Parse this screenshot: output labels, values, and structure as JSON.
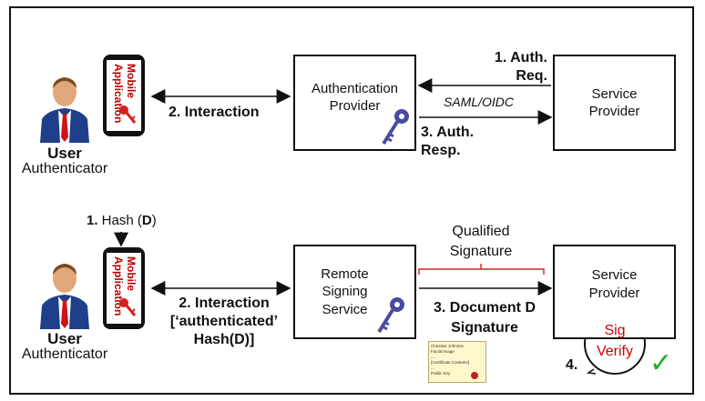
{
  "top": {
    "user_label": "User",
    "authenticator_label": "Authenticator",
    "phone_text_1": "Mobile",
    "phone_text_2": "Application",
    "interaction_label": "2. Interaction",
    "auth_provider_line1": "Authentication",
    "auth_provider_line2": "Provider",
    "service_provider_line1": "Service",
    "service_provider_line2": "Provider",
    "auth_req_line1": "1. Auth.",
    "auth_req_line2": "Req.",
    "saml_label": "SAML/OIDC",
    "auth_resp_line1": "3. Auth.",
    "auth_resp_line2": "Resp."
  },
  "bottom": {
    "hash_prefix": "1.",
    "hash_text": " Hash (",
    "hash_d": "D",
    "hash_close": ")",
    "user_label": "User",
    "authenticator_label": "Authenticator",
    "phone_text_1": "Mobile",
    "phone_text_2": "Application",
    "interaction_line1": "2. Interaction",
    "interaction_line2": "[‘authenticated’",
    "interaction_line3": "Hash(D)]",
    "remote_line1": "Remote",
    "remote_line2": "Signing",
    "remote_line3": "Service",
    "qualified_line1": "Qualified",
    "qualified_line2": "Signature",
    "document_line1": "3. Document D",
    "document_line2": "Signature",
    "service_provider_line1": "Service",
    "service_provider_line2": "Provider",
    "sig_label": "Sig",
    "verify_label": "Verify",
    "step4_label": "4.",
    "check_glyph": "✓",
    "cert_lines": [
      "Christine Johnson",
      "Facial Image",
      "...",
      "[Certificate Contents]",
      "...",
      "Public Key"
    ]
  },
  "colors": {
    "accent_red": "#cc0000",
    "key_blue": "#4a4aa0",
    "check_green": "#22aa22"
  }
}
